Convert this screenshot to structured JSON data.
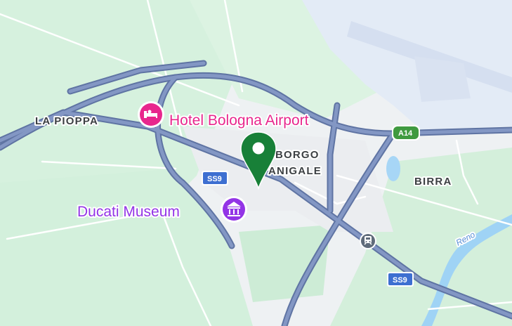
{
  "map": {
    "places": {
      "la_pioppa": "LA PIOPPA",
      "borgo_line1": "BORGO",
      "borgo_line2": "ANIGALE",
      "birra": "BIRRA"
    },
    "pois": {
      "hotel": "Hotel Bologna Airport",
      "museum": "Ducati Museum"
    },
    "road_shields": {
      "a14": "A14",
      "ss9_top": "SS9",
      "ss9_bottom": "SS9"
    },
    "water": {
      "river": "Reno"
    },
    "colors": {
      "background": "#f1f3f4",
      "green_area": "#d3f0dc",
      "airport_area": "#e3ebf6",
      "water": "#9fd3f5",
      "highway": "#7689b5",
      "highway_outline": "#5a6f9e",
      "minor_road": "#ffffff",
      "marker": "#188038",
      "hotel_pink": "#e8278d",
      "museum_purple": "#9334e6",
      "shield_ss": "#3d6fd1",
      "shield_a": "#3f9a3f"
    },
    "icons": {
      "hotel": "bed-icon",
      "museum": "museum-icon",
      "train": "train-station-icon",
      "marker": "location-pin-icon"
    }
  }
}
